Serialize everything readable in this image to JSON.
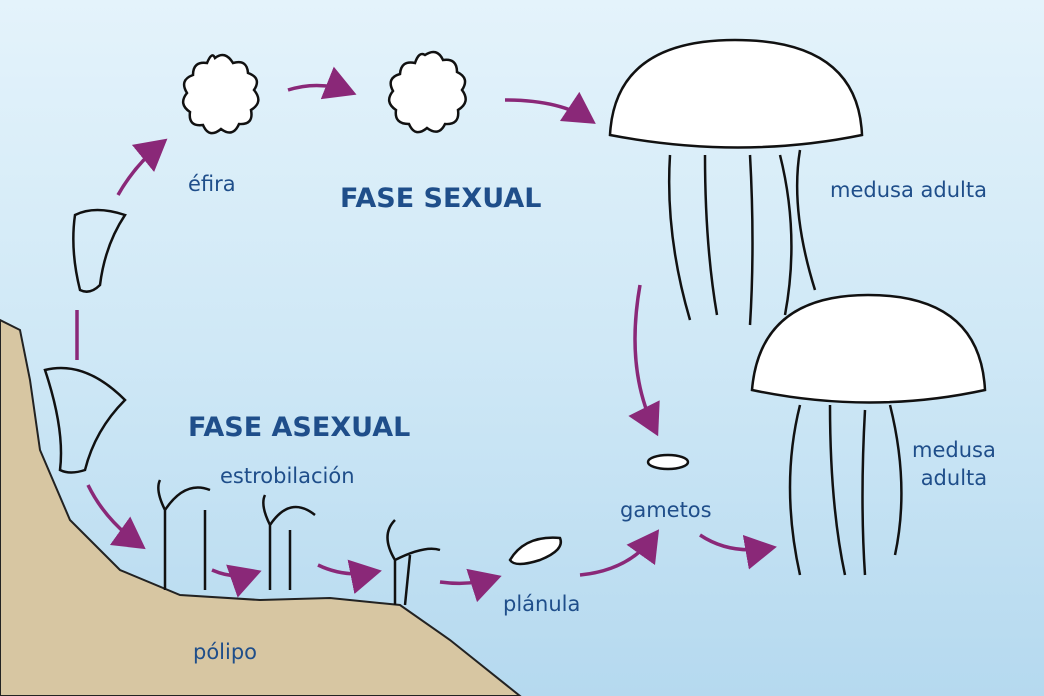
{
  "labels": {
    "efira": "éfira",
    "fase_sexual": "FASE SEXUAL",
    "medusa_adulta_1": "medusa adulta",
    "medusa_adulta_2_line1": "medusa",
    "medusa_adulta_2_line2": "adulta",
    "fase_asexual": "FASE ASEXUAL",
    "estrobilacion": "estrobilación",
    "gametos": "gametos",
    "planula": "plánula",
    "polipo": "pólipo"
  },
  "colors": {
    "arrow": "#8a2878",
    "text": "#1f4e8a",
    "sand": "#d7c6a2",
    "water_top": "#e4f3fb",
    "water_bottom": "#b5d9ef"
  }
}
